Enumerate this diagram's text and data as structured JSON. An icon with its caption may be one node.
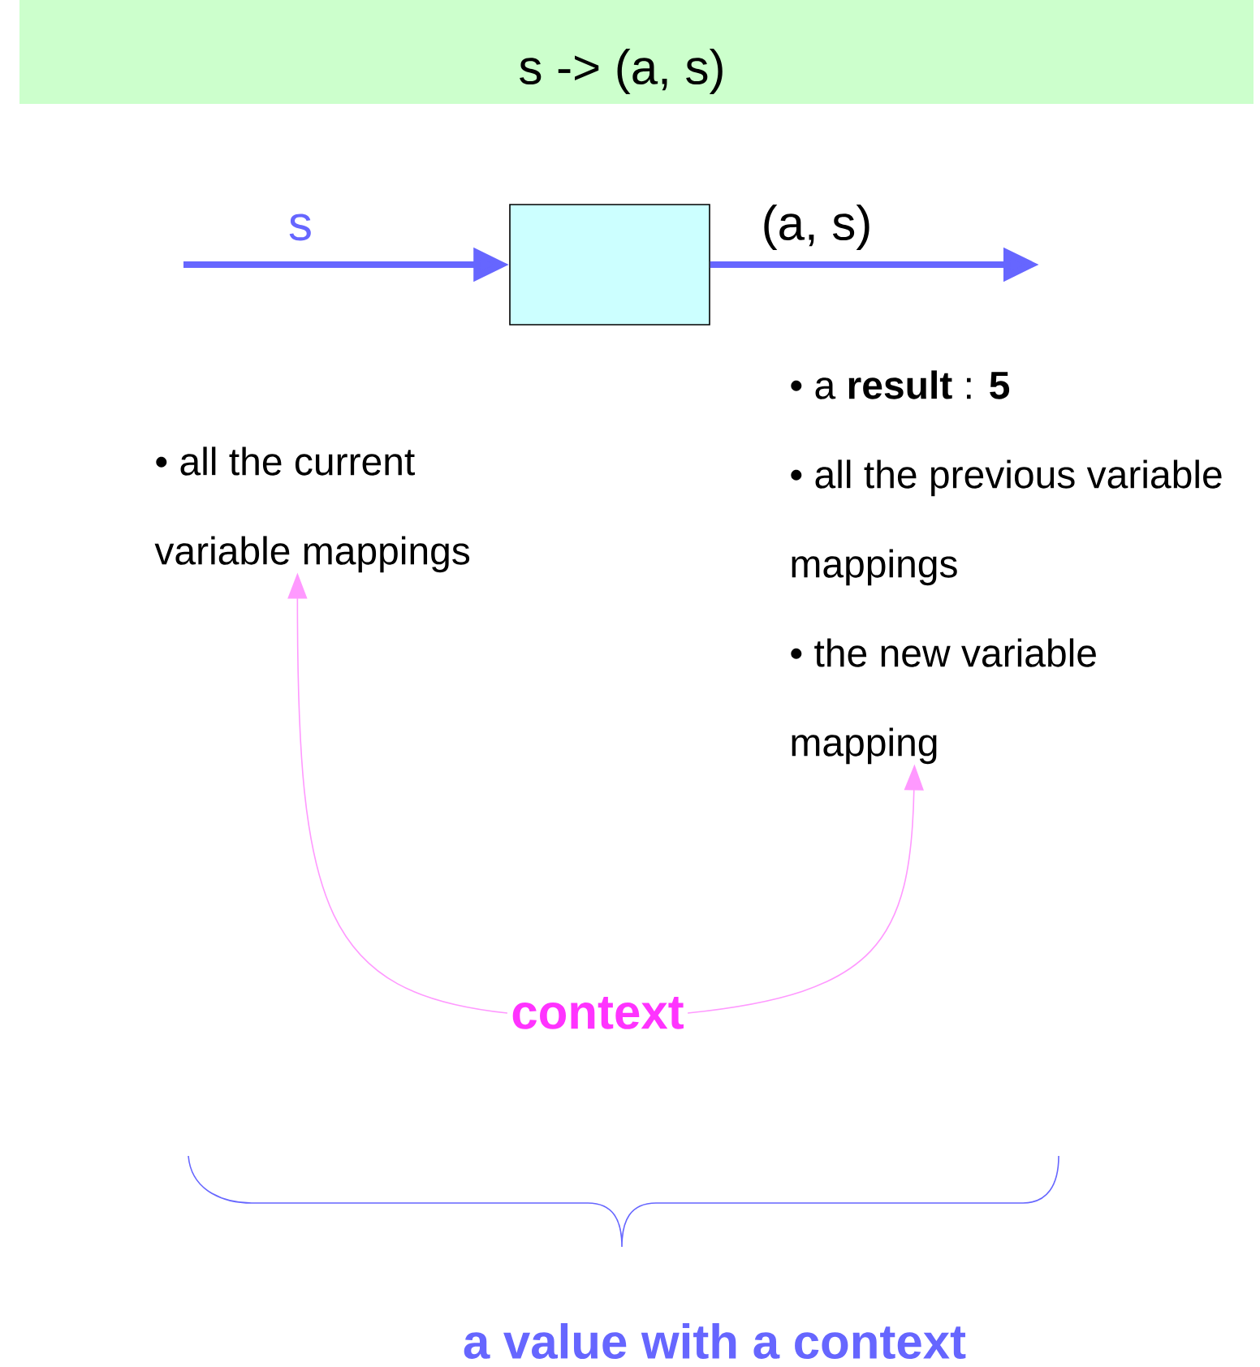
{
  "diagram": {
    "title": "s -> (a, s)",
    "nodes": [
      {
        "text": [],
        "shape": "box"
      },
      {
        "text": [
          "• all the current variable mappings"
        ]
      },
      {
        "text": [
          "• a **result** : **5**",
          "• all the previous variable mappings",
          "• the new variable mapping"
        ]
      },
      {
        "text": [
          "context"
        ]
      }
    ],
    "edges": [
      {
        "from": null,
        "to": 0,
        "arrow": "to",
        "label": "s",
        "style": "thick",
        "color": "#6666ff"
      },
      {
        "from": 0,
        "to": null,
        "arrow": "to",
        "label": "(a, s)",
        "style": "thick",
        "color": "#6666ff"
      },
      {
        "from": 3,
        "to": 1,
        "arrow": "to",
        "color": "#ff99ff"
      },
      {
        "from": 3,
        "to": 2,
        "arrow": "to",
        "color": "#ff99ff"
      }
    ],
    "labels": [
      "a value with a context"
    ]
  }
}
